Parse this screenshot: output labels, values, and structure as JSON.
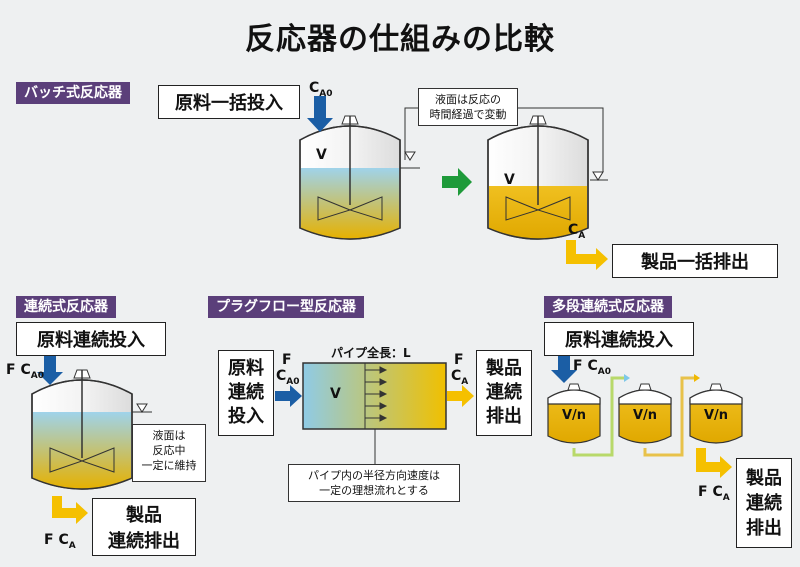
{
  "title": "反応器の仕組みの比較",
  "batch": {
    "tag": "バッチ式反応器",
    "input_label": "原料一括投入",
    "ca0": "A0",
    "volume_label": "V",
    "level_note_line1": "液面は反応の",
    "level_note_line2": "時間経過で変動",
    "volume_label_2": "V",
    "ca": "A",
    "output_label": "製品一括排出"
  },
  "cstr": {
    "tag": "連続式反応器",
    "input_label": "原料連続投入",
    "flow_in": "F",
    "ca0": "A0",
    "note_line1": "液面は",
    "note_line2": "反応中",
    "note_line3": "一定に維持",
    "flow_out": "F",
    "ca": "A",
    "output_line1": "製品",
    "output_line2": "連続排出"
  },
  "pfr": {
    "tag": "プラグフロー型反応器",
    "pipe_length": "パイプ全長：L",
    "input_line1": "原料",
    "input_line2": "連続",
    "input_line3": "投入",
    "flow_in": "F",
    "ca0": "A0",
    "volume_label": "V",
    "flow_out": "F",
    "ca": "A",
    "output_line1": "製品",
    "output_line2": "連続",
    "output_line3": "排出",
    "note_line1": "パイプ内の半径方向速度は",
    "note_line2": "一定の理想流れとする"
  },
  "multi": {
    "tag": "多段連続式反応器",
    "input_label": "原料連続投入",
    "flow_in": "F",
    "ca0": "A0",
    "tanks": [
      "V/n",
      "V/n",
      "V/n"
    ],
    "flow_out": "F",
    "ca": "A",
    "output_line1": "製品",
    "output_line2": "連続",
    "output_line3": "排出"
  },
  "colors": {
    "liquid_top": "#9fd3ea",
    "liquid_bottom": "#e6b100",
    "arrow_blue": "#1b5ea5",
    "arrow_yellow": "#f5c000",
    "arrow_green": "#1e9a3a",
    "tag_bg": "#5b3f7a"
  }
}
